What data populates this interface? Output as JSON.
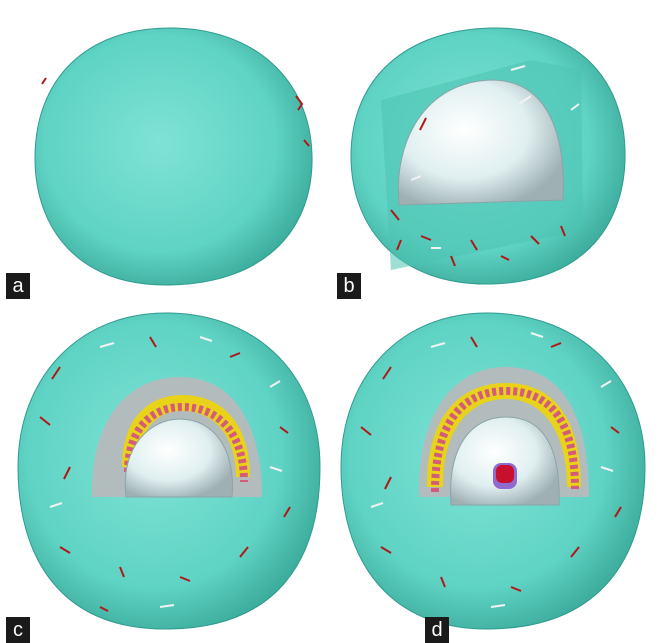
{
  "panels": [
    {
      "id": "a",
      "label": "a",
      "stage": "outer-shell"
    },
    {
      "id": "b",
      "label": "b",
      "stage": "cutaway-inner-core"
    },
    {
      "id": "c",
      "label": "c",
      "stage": "cutaway-layered-core"
    },
    {
      "id": "d",
      "label": "d",
      "stage": "cutaway-layered-core-with-nucleus"
    }
  ],
  "colors": {
    "shell": "#5fd3c4",
    "shell_dark": "#2f9c8f",
    "core": "#dfeff0",
    "core_gray": "#a9b3b4",
    "fiber_red": "#b01818",
    "fiber_white": "#f2f2f2",
    "granule_yellow": "#e9d21a",
    "bead_pink": "#d45b7a",
    "nucleus_red": "#c8102e",
    "nucleus_purple": "#8f6bd0"
  }
}
